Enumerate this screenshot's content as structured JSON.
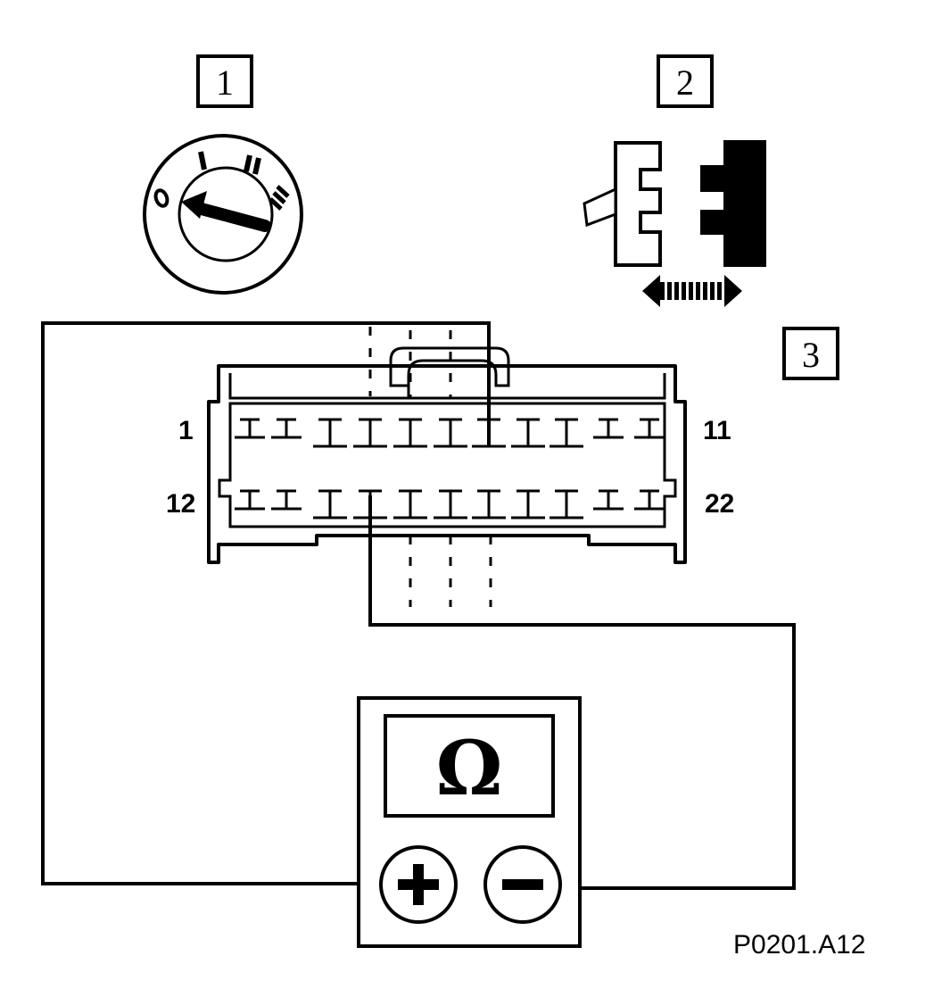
{
  "callouts": [
    "1",
    "2",
    "3"
  ],
  "ignition_positions": [
    "0",
    "I",
    "II",
    "III"
  ],
  "pin_labels": {
    "top_left": "1",
    "top_right": "11",
    "bottom_left": "12",
    "bottom_right": "22"
  },
  "meter": {
    "symbol": "Ω",
    "positive": "+",
    "negative": "−"
  },
  "figure_code": "P0201.A12",
  "colors": {
    "ink": "#000000",
    "paper": "#ffffff"
  }
}
